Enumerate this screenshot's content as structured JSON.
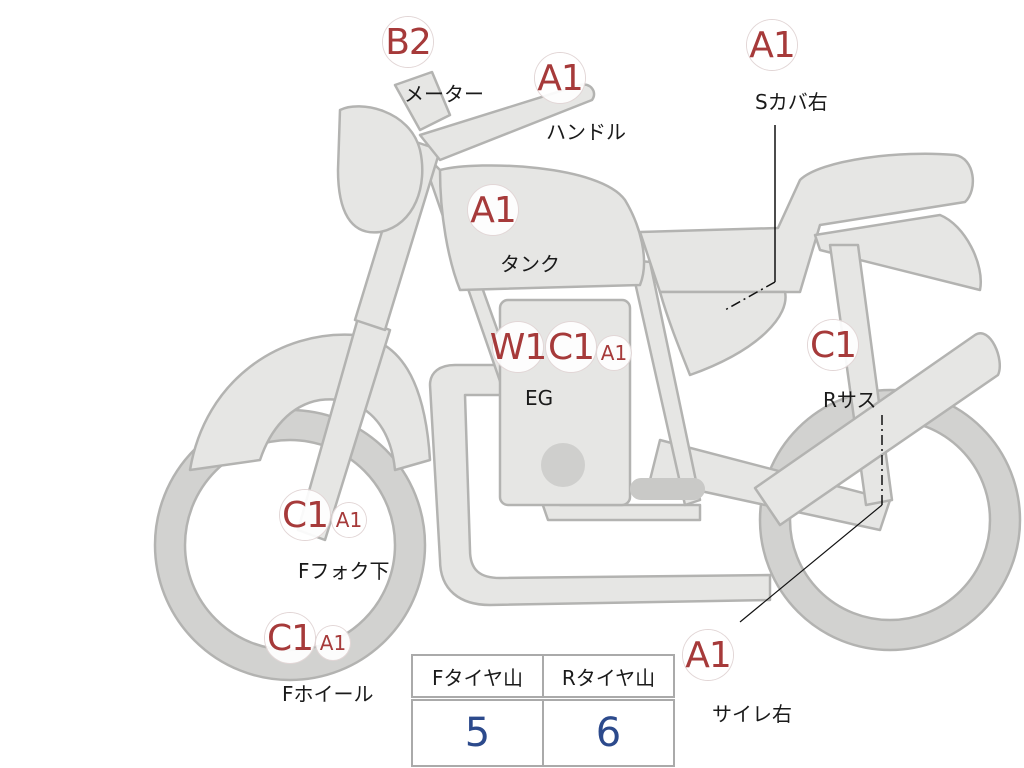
{
  "diagram": {
    "parts": [
      {
        "id": "meter",
        "grade": "B2",
        "label": "メーター"
      },
      {
        "id": "handle",
        "grade": "A1",
        "label": "ハンドル"
      },
      {
        "id": "side-cover-right",
        "grade": "A1",
        "label": "Sカバ右"
      },
      {
        "id": "tank",
        "grade": "A1",
        "label": "タンク"
      },
      {
        "id": "engine",
        "grades": [
          "W1",
          "C1",
          "A1"
        ],
        "label": "EG"
      },
      {
        "id": "rear-suspension",
        "grade": "C1",
        "label": "Rサス"
      },
      {
        "id": "front-fork-lower",
        "grades": [
          "C1",
          "A1"
        ],
        "label": "Fフォク下"
      },
      {
        "id": "front-wheel",
        "grades": [
          "C1",
          "A1"
        ],
        "label": "Fホイール"
      },
      {
        "id": "silencer-right",
        "grade": "A1",
        "label": "サイレ右"
      }
    ],
    "colors": {
      "grade_text": "#a63a3a",
      "body_fill": "#e6e6e4",
      "outline": "#b3b3b1",
      "tread_value": "#2c4a8c"
    }
  },
  "tire_table": {
    "headers": [
      "Fタイヤ山",
      "Rタイヤ山"
    ],
    "values": [
      "5",
      "6"
    ]
  }
}
